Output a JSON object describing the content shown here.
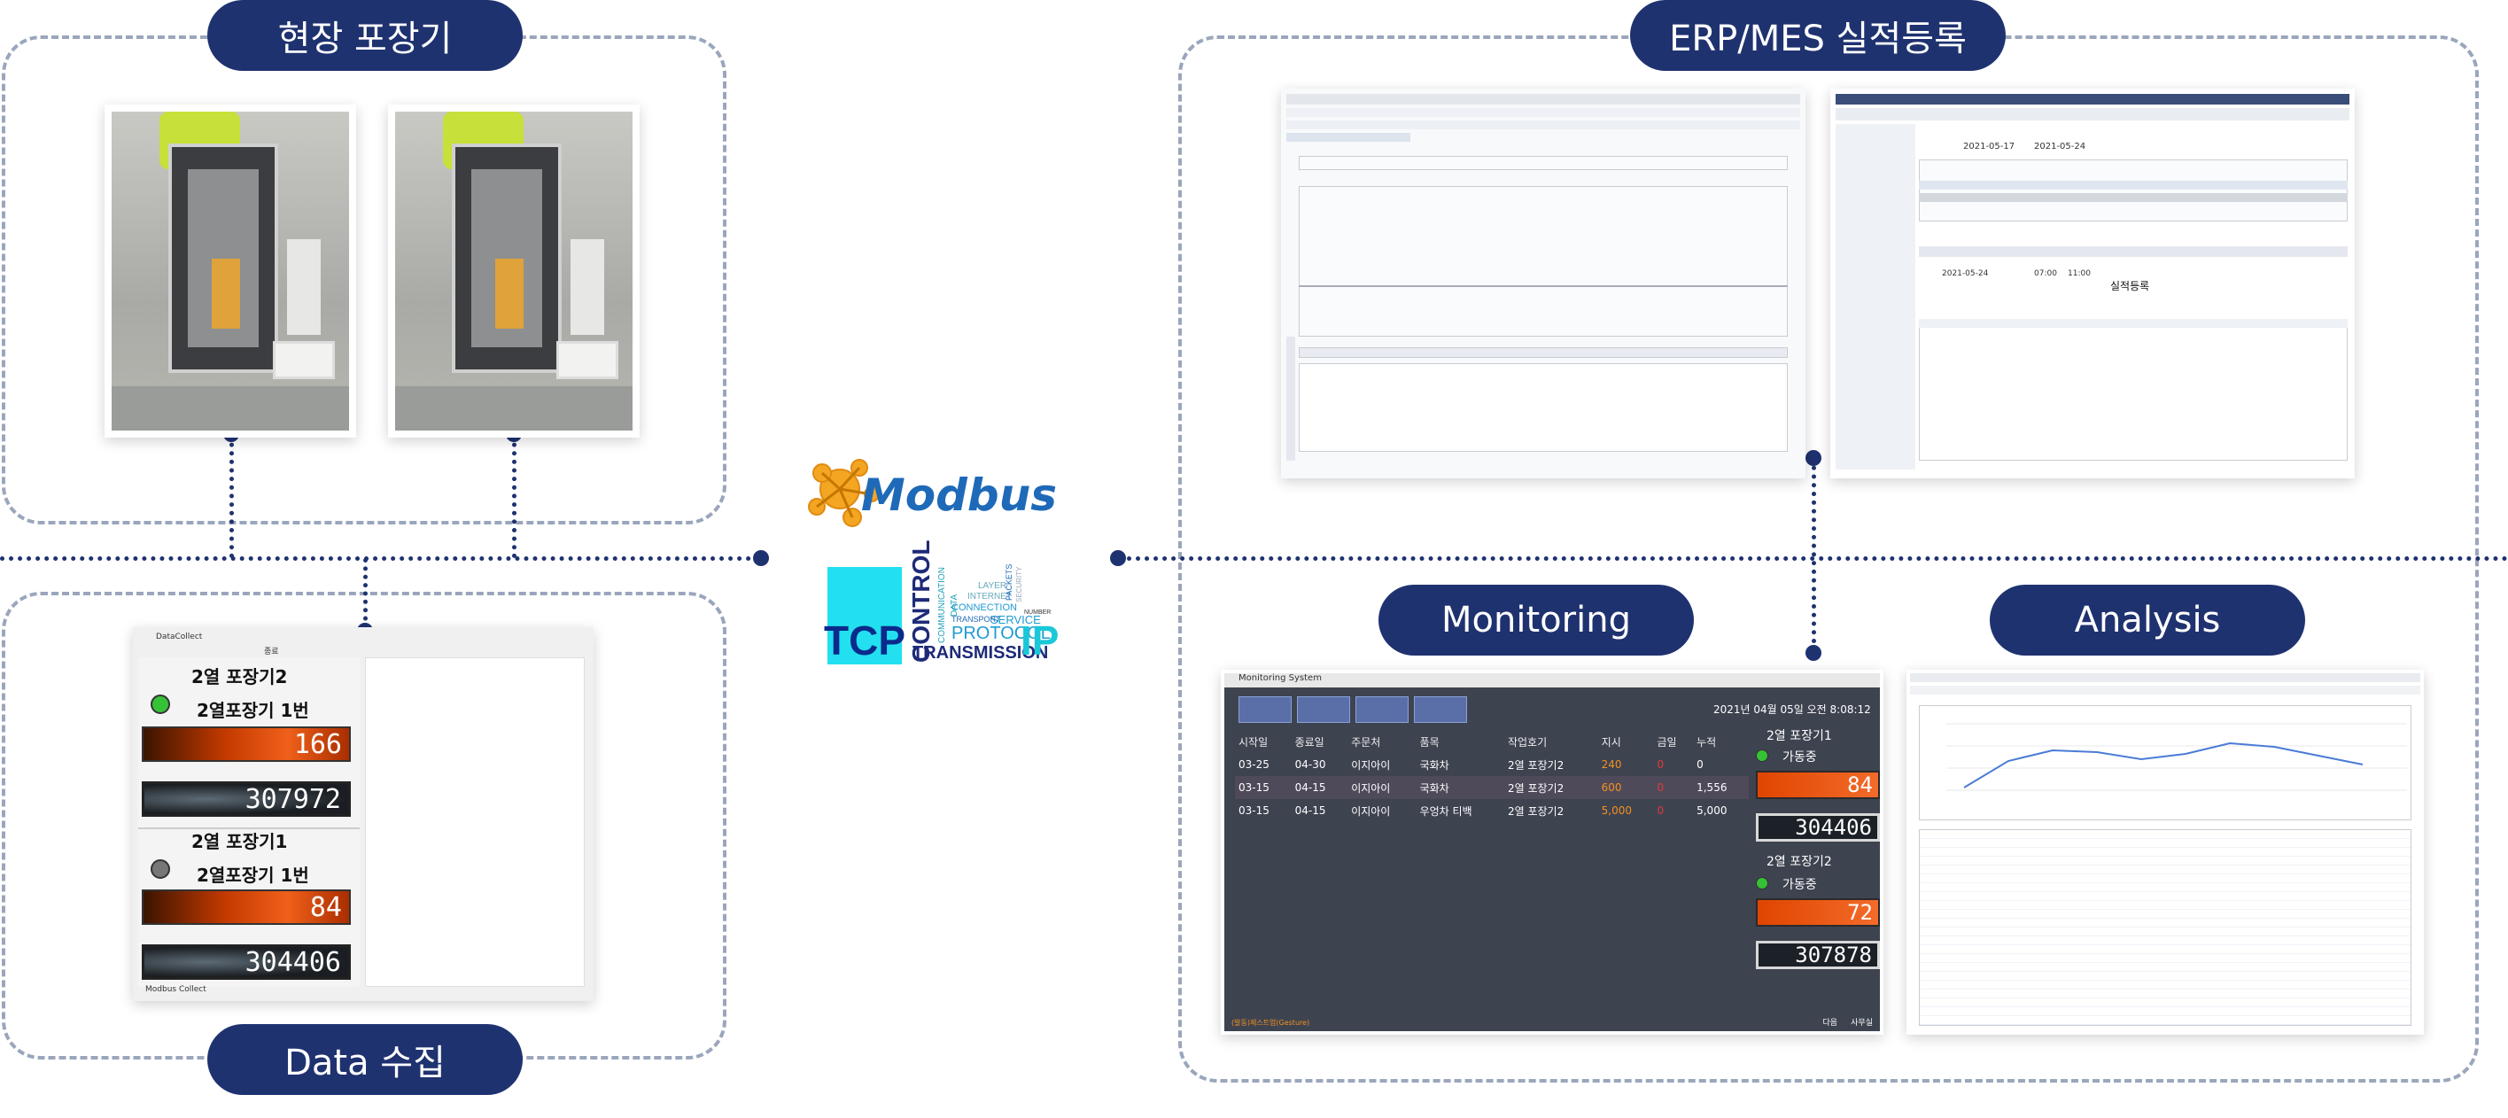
{
  "sections": {
    "field_packaging": "현장 포장기",
    "data_collection": "Data 수집",
    "erp_mes": "ERP/MES 실적등록",
    "monitoring": "Monitoring",
    "analysis": "Analysis"
  },
  "protocols": {
    "modbus_logo": "Modbus",
    "tcp": "TCP",
    "ip": "IP",
    "cloud_words": [
      "CONTROL",
      "COMMUNICATION",
      "DATA",
      "LAYER",
      "INTERNET",
      "CONNECTION",
      "SERVICE",
      "TRANSPORT",
      "PROTOCOL",
      "TRANSMISSION",
      "PACKETS",
      "SECURITY",
      "NUMBER"
    ]
  },
  "data_collect_app": {
    "window_title": "DataCollect",
    "toolbar_stop": "종료",
    "footer": "Modbus Collect",
    "machines": [
      {
        "name": "2열 포장기2",
        "unit": "2열포장기 1번",
        "count": "166",
        "total": "307972",
        "status_color": "#36c236"
      },
      {
        "name": "2열 포장기1",
        "unit": "2열포장기 1번",
        "count": "84",
        "total": "304406",
        "status_color": "#777777"
      }
    ]
  },
  "monitoring_app": {
    "window_title": "Monitoring System",
    "datetime": "2021년 04월 05일 오전 8:08:12",
    "columns": [
      "시작일",
      "종료일",
      "주문처",
      "품목",
      "작업호기",
      "지시",
      "금일",
      "누적"
    ],
    "rows": [
      [
        "03-25",
        "04-30",
        "이지아이",
        "국화차",
        "2열 포장기2",
        "240",
        "0",
        "0"
      ],
      [
        "03-15",
        "04-15",
        "이지아이",
        "국화차",
        "2열 포장기2",
        "600",
        "0",
        "1,556"
      ],
      [
        "03-15",
        "04-15",
        "이지아이",
        "우엉차 티백",
        "2열 포장기2",
        "5,000",
        "0",
        "5,000"
      ]
    ],
    "machines": [
      {
        "name": "2열 포장기1",
        "status": "가동중",
        "count": "84",
        "total": "304406"
      },
      {
        "name": "2열 포장기2",
        "status": "가동중",
        "count": "72",
        "total": "307878"
      }
    ],
    "footer_left": "(발동)제스트업(Gesture)",
    "footer_next": "다음",
    "footer_admin": "사무실"
  },
  "erp_app": {
    "date_from": "2021-05-17",
    "date_to": "2021-05-24",
    "register_label": "실적등록",
    "work_date": "2021-05-24",
    "start_time": "07:00",
    "end_time": "11:00"
  },
  "colors": {
    "navy": "#1f3270",
    "dashed": "#9aa6bc",
    "modbus_blue": "#1e6ab8",
    "modbus_orange": "#f4a623",
    "tcp_cyan": "#22e0ef"
  }
}
